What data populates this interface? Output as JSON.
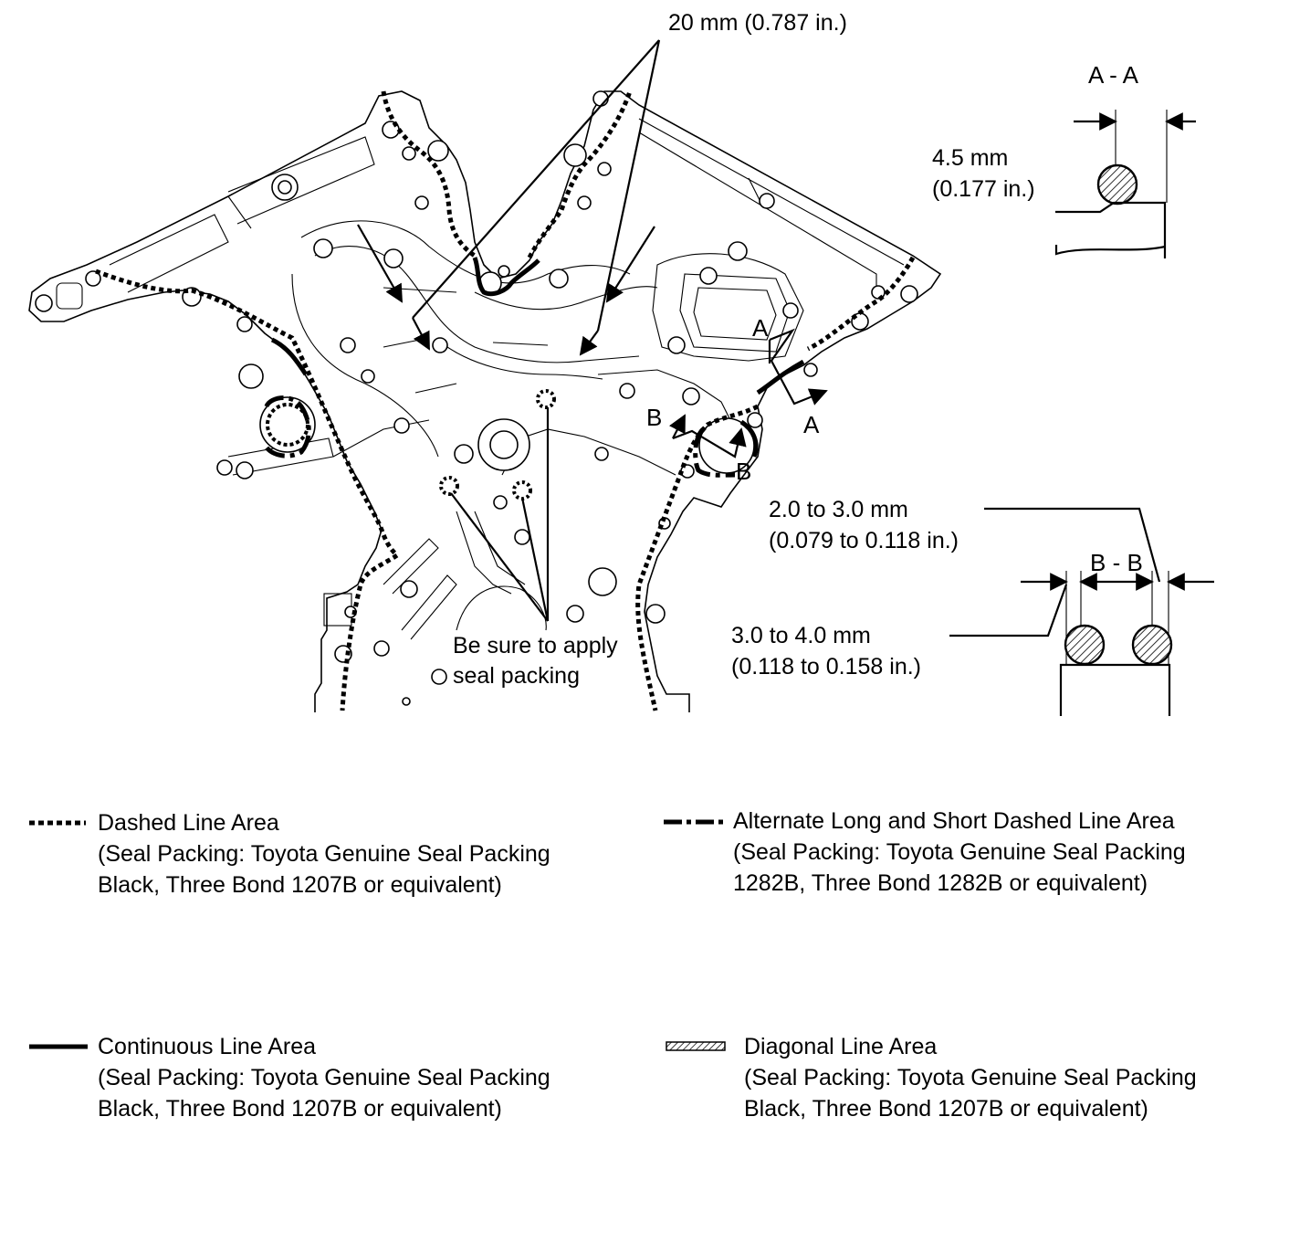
{
  "callouts": {
    "bead_length": "20 mm (0.787 in.)",
    "apply_note_line1": "Be sure to apply",
    "apply_note_line2": "seal packing",
    "label_a": "A",
    "label_b": "B"
  },
  "section_aa": {
    "title": "A - A",
    "dim_line1": "4.5 mm",
    "dim_line2": "(0.177 in.)"
  },
  "section_bb": {
    "title": "B - B",
    "dim1_line1": "2.0 to 3.0 mm",
    "dim1_line2": "(0.079 to 0.118 in.)",
    "dim2_line1": "3.0 to 4.0 mm",
    "dim2_line2": "(0.118 to 0.158 in.)"
  },
  "legend": [
    {
      "symbol": "dashed-line",
      "line1": "Dashed Line Area",
      "line2": "(Seal Packing: Toyota Genuine Seal Packing",
      "line3": "Black, Three Bond 1207B or equivalent)"
    },
    {
      "symbol": "dash-dot-line",
      "line1": "Alternate Long and Short Dashed Line Area",
      "line2": "(Seal Packing: Toyota Genuine Seal Packing",
      "line3": "1282B, Three Bond 1282B or equivalent)"
    },
    {
      "symbol": "continuous-line",
      "line1": "Continuous Line Area",
      "line2": "(Seal Packing: Toyota Genuine Seal Packing",
      "line3": "Black, Three Bond 1207B or equivalent)"
    },
    {
      "symbol": "diagonal-hatch",
      "line1": "Diagonal Line Area",
      "line2": "(Seal Packing: Toyota Genuine Seal Packing",
      "line3": "Black, Three Bond 1207B or equivalent)"
    }
  ]
}
